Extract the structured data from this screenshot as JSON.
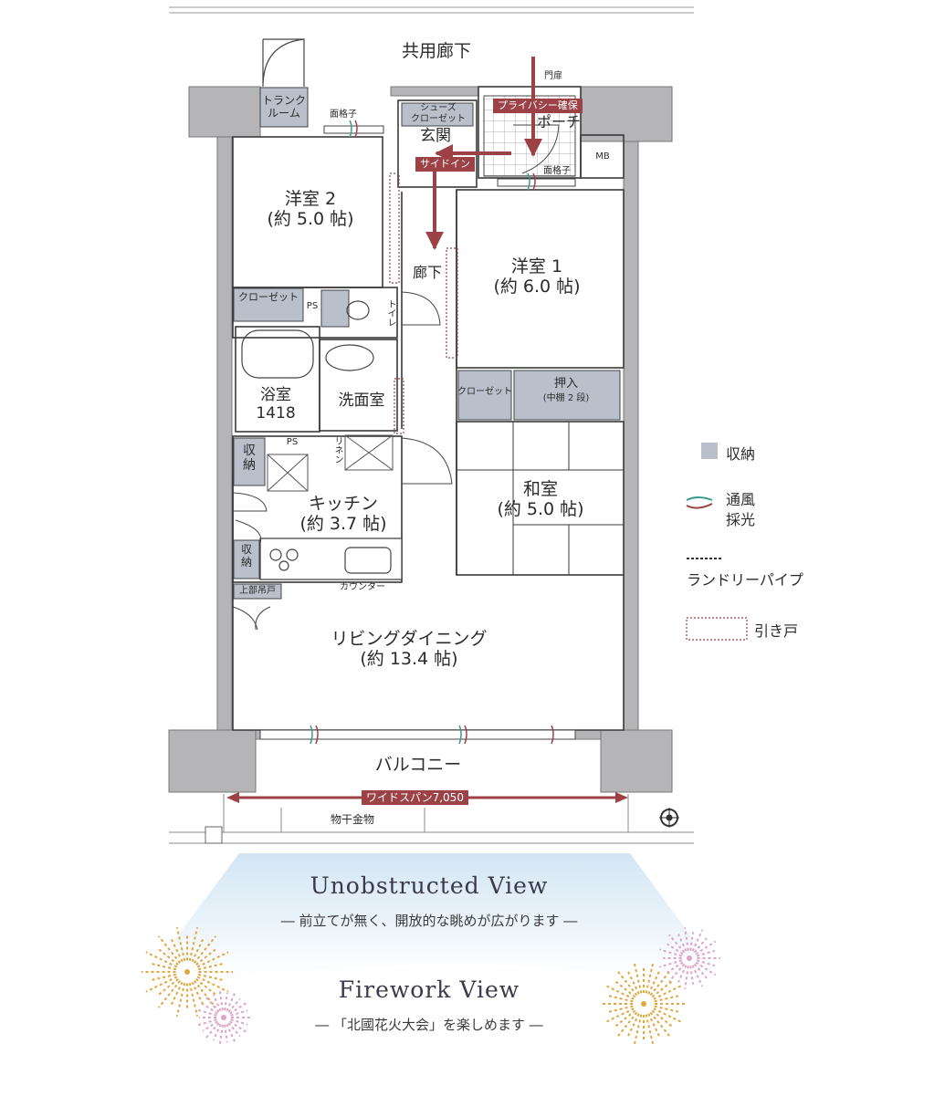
{
  "corridor": "共用廊下",
  "gate": "門扉",
  "trunk_room": [
    "トランク",
    "ルーム"
  ],
  "grille_1": "面格子",
  "grille_2": "面格子",
  "shoe_closet": [
    "シューズ",
    "クローゼット"
  ],
  "genkan": "玄関",
  "porch": "ポーチ",
  "privacy_tag": "プライバシー確保",
  "side_in_tag": "サイドイン",
  "mb": "MB",
  "room2": {
    "name": "洋室 2",
    "size": "(約 5.0 帖)"
  },
  "room1": {
    "name": "洋室 1",
    "size": "(約 6.0 帖)"
  },
  "hallway": "廊下",
  "closet_left": "クローゼット",
  "closet_right": "クローゼット",
  "ps_1": "PS",
  "ps_2": "PS",
  "toilet": "トイレ",
  "bath": {
    "name": "浴室",
    "size": "1418"
  },
  "washroom": "洗面室",
  "linen": "リネン",
  "oshiire": {
    "name": "押入",
    "sub": "(中棚 2 段)"
  },
  "storage_1": [
    "収",
    "納"
  ],
  "storage_2": [
    "収",
    "納"
  ],
  "kitchen": {
    "name": "キッチン",
    "size": "(約 3.7 帖)"
  },
  "washitsu": {
    "name": "和室",
    "size": "(約 5.0 帖)"
  },
  "upper_cabinet": "上部吊戸",
  "counter": "カウンター",
  "living": {
    "name": "リビングダイニング",
    "size": "(約 13.4 帖)"
  },
  "balcony": "バルコニー",
  "wide_span": "ワイドスパン7,050",
  "drying_hardware": "物干金物",
  "legend": {
    "storage": "収納",
    "ventilation": "通風",
    "lighting": "採光",
    "laundry_pipe": "ランドリーパイプ",
    "sliding_door": "引き戸"
  },
  "view1": {
    "title": "Unobstructed View",
    "subtitle": "― 前立てが無く、開放的な眺めが広がります ―"
  },
  "view2": {
    "title": "Firework View",
    "subtitle": "― 「北國花火大会」を楽しめます ―"
  },
  "colors": {
    "wall": "#b5b5b7",
    "line": "#3a3a3a",
    "storage": "#b9c0cb",
    "accent": "#9c4246",
    "teal": "#3a9a8f",
    "sky": "#cfe4f3",
    "firework_orange": "#e0a640",
    "firework_pink": "#dea3c6"
  }
}
